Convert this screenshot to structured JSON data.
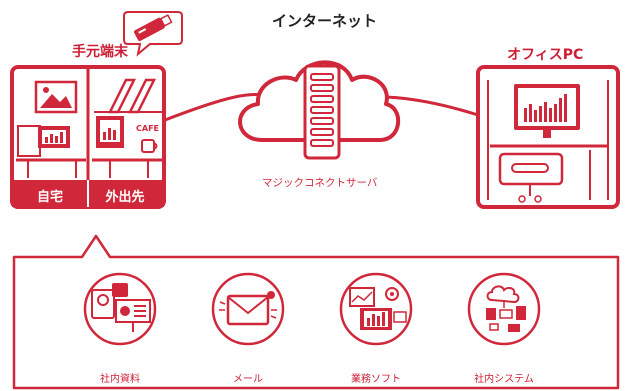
{
  "labels": {
    "internet": "インターネット",
    "office_pc": "オフィスPC",
    "local_device": "手元端末",
    "server": "マジックコネクトサーバ",
    "home": "自宅",
    "outside": "外出先",
    "cafe_sign": "CAFE"
  },
  "apps": [
    {
      "label": "社内資料",
      "icon": "documents-icon"
    },
    {
      "label": "メール",
      "icon": "mail-icon"
    },
    {
      "label": "業務ソフト",
      "icon": "business-software-icon"
    },
    {
      "label": "社内システム",
      "icon": "internal-system-icon"
    }
  ],
  "colors": {
    "accent": "#d0283a",
    "text_dark": "#222222",
    "white": "#ffffff"
  }
}
